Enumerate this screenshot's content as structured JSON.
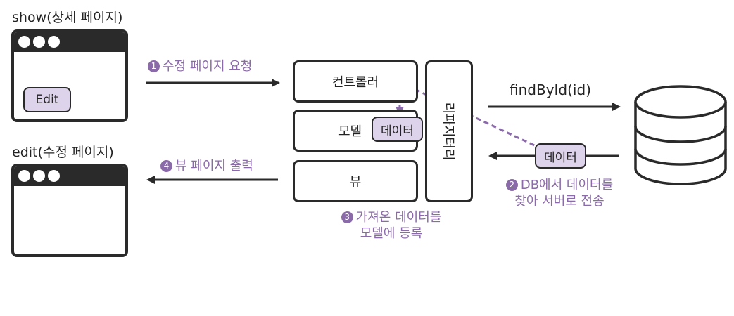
{
  "show_window": {
    "title": "show(상세 페이지)",
    "edit_button": "Edit"
  },
  "edit_window": {
    "title": "edit(수정 페이지)"
  },
  "steps": {
    "s1": {
      "num": "1",
      "text": "수정 페이지 요청"
    },
    "s2": {
      "num": "2",
      "line1": "DB에서 데이터를",
      "line2": "찾아 서버로 전송"
    },
    "s3": {
      "num": "3",
      "line1": "가져온 데이터를",
      "line2": "모델에 등록"
    },
    "s4": {
      "num": "4",
      "text": "뷰 페이지 출력"
    }
  },
  "server": {
    "controller": "컨트롤러",
    "model": "모델",
    "model_data": "데이터",
    "view": "뷰",
    "repository": "리파지터리"
  },
  "find_label": "findById(id)",
  "transfer_data": "데이터",
  "colors": {
    "accent": "#8a6aa8",
    "pill": "#ddd3ea",
    "stroke": "#2a2a2a"
  },
  "icons": [
    "window-icon",
    "database-icon"
  ]
}
